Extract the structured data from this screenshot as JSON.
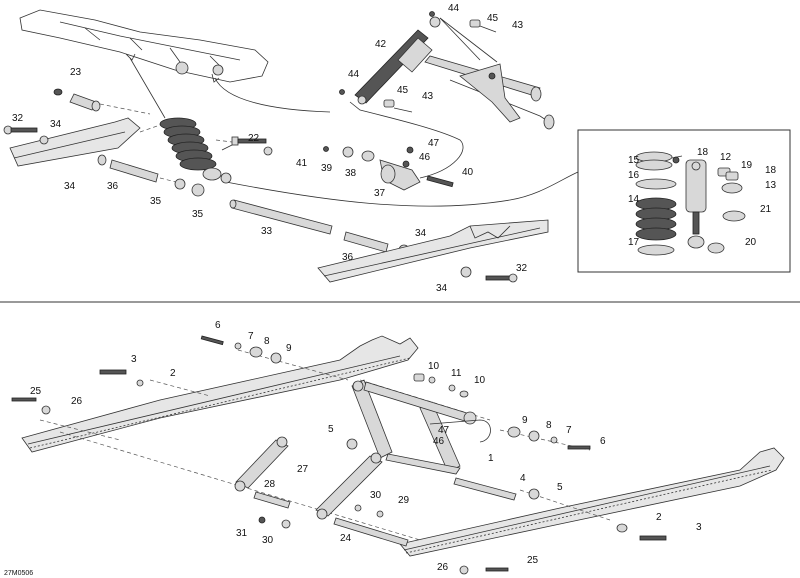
{
  "diagram_code": "27M0506",
  "top_labels": [
    {
      "id": "t44a",
      "text": "44"
    },
    {
      "id": "t45a",
      "text": "45"
    },
    {
      "id": "t43a",
      "text": "43"
    },
    {
      "id": "t42",
      "text": "42"
    },
    {
      "id": "t44b",
      "text": "44"
    },
    {
      "id": "t45b",
      "text": "45"
    },
    {
      "id": "t43b",
      "text": "43"
    },
    {
      "id": "t23",
      "text": "23"
    },
    {
      "id": "t32a",
      "text": "32"
    },
    {
      "id": "t34a",
      "text": "34"
    },
    {
      "id": "t22",
      "text": "22"
    },
    {
      "id": "t47a",
      "text": "47"
    },
    {
      "id": "t46a",
      "text": "46"
    },
    {
      "id": "t41",
      "text": "41"
    },
    {
      "id": "t39",
      "text": "39"
    },
    {
      "id": "t38",
      "text": "38"
    },
    {
      "id": "t40",
      "text": "40"
    },
    {
      "id": "t34b",
      "text": "34"
    },
    {
      "id": "t36a",
      "text": "36"
    },
    {
      "id": "t37",
      "text": "37"
    },
    {
      "id": "t35a",
      "text": "35"
    },
    {
      "id": "t35b",
      "text": "35"
    },
    {
      "id": "t33",
      "text": "33"
    },
    {
      "id": "t34c",
      "text": "34"
    },
    {
      "id": "t36b",
      "text": "36"
    },
    {
      "id": "t32b",
      "text": "32"
    },
    {
      "id": "t34d",
      "text": "34"
    }
  ],
  "inset_labels": [
    {
      "id": "i18a",
      "text": "18"
    },
    {
      "id": "i12",
      "text": "12"
    },
    {
      "id": "i15",
      "text": "15"
    },
    {
      "id": "i19",
      "text": "19"
    },
    {
      "id": "i18b",
      "text": "18"
    },
    {
      "id": "i16",
      "text": "16"
    },
    {
      "id": "i13",
      "text": "13"
    },
    {
      "id": "i14",
      "text": "14"
    },
    {
      "id": "i21",
      "text": "21"
    },
    {
      "id": "i17",
      "text": "17"
    },
    {
      "id": "i20",
      "text": "20"
    }
  ],
  "bottom_labels": [
    {
      "id": "b6a",
      "text": "6"
    },
    {
      "id": "b7a",
      "text": "7"
    },
    {
      "id": "b8a",
      "text": "8"
    },
    {
      "id": "b9a",
      "text": "9"
    },
    {
      "id": "b3a",
      "text": "3"
    },
    {
      "id": "b2a",
      "text": "2"
    },
    {
      "id": "b10a",
      "text": "10"
    },
    {
      "id": "b11",
      "text": "11"
    },
    {
      "id": "b10b",
      "text": "10"
    },
    {
      "id": "b25a",
      "text": "25"
    },
    {
      "id": "b26a",
      "text": "26"
    },
    {
      "id": "b5a",
      "text": "5"
    },
    {
      "id": "b9b",
      "text": "9"
    },
    {
      "id": "b8b",
      "text": "8"
    },
    {
      "id": "b7b",
      "text": "7"
    },
    {
      "id": "b47",
      "text": "47"
    },
    {
      "id": "b46",
      "text": "46"
    },
    {
      "id": "b6b",
      "text": "6"
    },
    {
      "id": "b1",
      "text": "1"
    },
    {
      "id": "b27",
      "text": "27"
    },
    {
      "id": "b4",
      "text": "4"
    },
    {
      "id": "b28",
      "text": "28"
    },
    {
      "id": "b5b",
      "text": "5"
    },
    {
      "id": "b30a",
      "text": "30"
    },
    {
      "id": "b29",
      "text": "29"
    },
    {
      "id": "b31",
      "text": "31"
    },
    {
      "id": "b30b",
      "text": "30"
    },
    {
      "id": "b24",
      "text": "24"
    },
    {
      "id": "b2b",
      "text": "2"
    },
    {
      "id": "b3b",
      "text": "3"
    },
    {
      "id": "b25b",
      "text": "25"
    },
    {
      "id": "b26b",
      "text": "26"
    }
  ]
}
